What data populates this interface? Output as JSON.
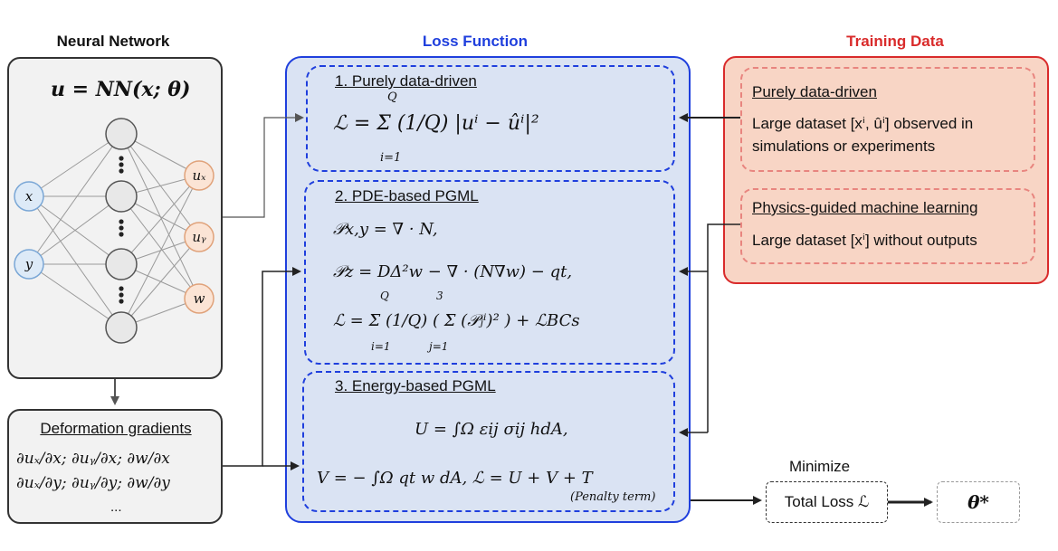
{
  "neural_network": {
    "title": "Neural Network",
    "equation": "u = NN(x; θ)",
    "input_nodes": [
      "x",
      "y"
    ],
    "output_nodes": [
      "uₓ",
      "uᵧ",
      "w"
    ]
  },
  "deformation": {
    "title": "Deformation gradients",
    "line1": "∂uₓ/∂x; ∂uᵧ/∂x; ∂w/∂x",
    "line2": "∂uₓ/∂y; ∂uᵧ/∂y; ∂w/∂y",
    "line3": "..."
  },
  "loss_function": {
    "title": "Loss Function",
    "sections": [
      {
        "label": "1. Purely data-driven",
        "eq1": "ℒ = Σ (1/Q) |uⁱ − ûⁱ|²",
        "sum_top": "Q",
        "sum_bottom": "i=1"
      },
      {
        "label": "2. PDE-based  PGML",
        "eq1": "𝒫x,y = ∇ · N,",
        "eq2": "𝒫z = DΔ²w − ∇ · (N∇w) − qt,",
        "eq3": "ℒ = Σ (1/Q) ( Σ (𝒫ⱼⁱ)² ) + ℒBCs",
        "sum_top": "Q",
        "sum_bottom": "i=1",
        "inner_top": "3",
        "inner_bottom": "j=1"
      },
      {
        "label": "3. Energy-based  PGML",
        "eq1": "U = ∫Ω εij σij hdA,",
        "eq2": "V = − ∫Ω qt w dA,       ℒ = U + V + T",
        "penalty": "(Penalty term)"
      }
    ]
  },
  "training_data": {
    "title": "Training Data",
    "items": [
      {
        "heading": "Purely data-driven",
        "line1": "Large dataset [xⁱ, ûⁱ] observed in",
        "line2": "simulations or experiments"
      },
      {
        "heading": "Physics-guided machine learning",
        "line1": "Large dataset [xⁱ] without outputs"
      }
    ]
  },
  "minimize": {
    "label": "Minimize",
    "total_loss": "Total Loss ℒ",
    "theta_star": "θ*"
  },
  "colors": {
    "loss_fill": "#dae3f3",
    "loss_border": "#1f3fdd",
    "loss_title": "#1f3fdd",
    "training_fill": "#f8d5c5",
    "training_border": "#d92b2b",
    "training_title": "#d92b2b",
    "nn_fill": "#f2f2f2",
    "input_node": "#ddeaf7",
    "output_node": "#fbe4d5",
    "hidden_node": "#e8e8e8"
  }
}
